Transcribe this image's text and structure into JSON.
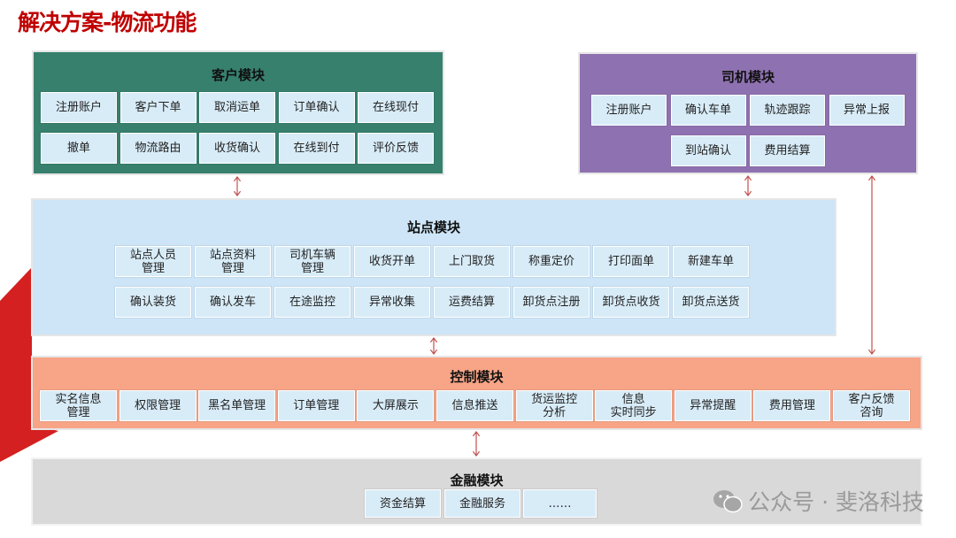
{
  "title": "解决方案-物流功能",
  "customer": {
    "title": "客户模块",
    "items": [
      "注册账户",
      "客户下单",
      "取消运单",
      "订单确认",
      "在线现付",
      "撤单",
      "物流路由",
      "收货确认",
      "在线到付",
      "评价反馈"
    ]
  },
  "driver": {
    "title": "司机模块",
    "items": [
      "注册账户",
      "确认车单",
      "轨迹跟踪",
      "异常上报",
      "到站确认",
      "费用结算"
    ]
  },
  "station": {
    "title": "站点模块",
    "items": [
      "站点人员\n管理",
      "站点资料\n管理",
      "司机车辆\n管理",
      "收货开单",
      "上门取货",
      "称重定价",
      "打印面单",
      "新建车单",
      "确认装货",
      "确认发车",
      "在途监控",
      "异常收集",
      "运费结算",
      "卸货点注册",
      "卸货点收货",
      "卸货点送货"
    ]
  },
  "control": {
    "title": "控制模块",
    "items": [
      "实名信息\n管理",
      "权限管理",
      "黑名单管理",
      "订单管理",
      "大屏展示",
      "信息推送",
      "货运监控\n分析",
      "信息\n实时同步",
      "异常提醒",
      "费用管理",
      "客户反馈\n咨询"
    ]
  },
  "finance": {
    "title": "金融模块",
    "items": [
      "资金结算",
      "金融服务",
      "……"
    ]
  },
  "watermark": "公众号 · 斐洛科技",
  "colors": {
    "title": "#c00000",
    "customer": "#37806e",
    "driver": "#8e71b0",
    "station": "#cde5f7",
    "control": "#f7a487",
    "finance": "#d9d9d9",
    "cell": "#d8ecf8",
    "arrow": "#c0504d"
  }
}
